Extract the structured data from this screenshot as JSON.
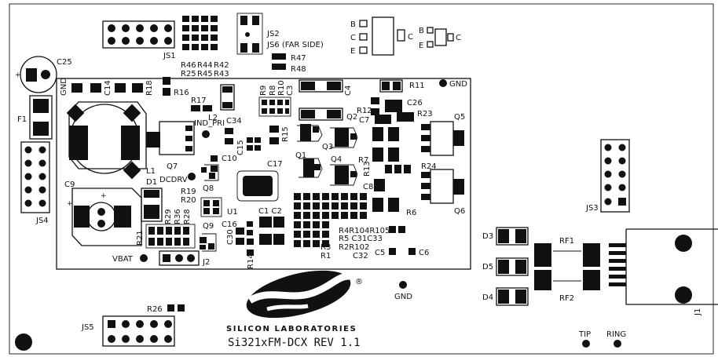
{
  "board": {
    "brand": "SILICON LABORATORIES",
    "model": "Si321xFM-DCX REV 1.1",
    "registered": "®"
  },
  "labels": {
    "js1": "JS1",
    "js2": "JS2",
    "js6": "JS6 (FAR SIDE)",
    "js3": "JS3",
    "js4": "JS4",
    "js5": "JS5",
    "j1": "J1",
    "j2": "J2",
    "c25": "C25",
    "f1": "F1",
    "c9": "C9",
    "d1": "D1",
    "l1": "L1",
    "l2": "L2",
    "r46": "R46",
    "r44": "R44",
    "r42": "R42",
    "r25": "R25",
    "r45": "R45",
    "r43": "R43",
    "r47": "R47",
    "r48": "R48",
    "gnd1": "GND",
    "gnd2": "GND",
    "gnd3": "GND",
    "c14": "C14",
    "r18": "R18",
    "r16": "R16",
    "r17": "R17",
    "r9": "R9",
    "r8": "R8",
    "r10": "R10",
    "c3": "C3",
    "c4": "C4",
    "r11": "R11",
    "r12": "R12",
    "c26": "C26",
    "c7": "C7",
    "r23": "R23",
    "q5": "Q5",
    "q2": "Q2",
    "q3": "Q3",
    "ind_pri": "IND_PRI",
    "c34": "C34",
    "c15": "C15",
    "r15": "R15",
    "q7": "Q7",
    "c10": "C10",
    "c17": "C17",
    "q1": "Q1",
    "q4": "Q4",
    "r7": "R7",
    "r13": "R13",
    "r24": "R24",
    "c8": "C8",
    "q6": "Q6",
    "q8": "Q8",
    "dcdrv": "DCDRV",
    "r19": "R19",
    "r20": "R20",
    "r29": "R29",
    "r36": "R36",
    "r28": "R28",
    "u1": "U1",
    "c1c2": "C1 C2",
    "r6": "R6",
    "r21": "R21",
    "q9": "Q9",
    "c16": "C16",
    "c30": "C30",
    "r4r104r105": "R4R104R105",
    "r5c31c33": "R5 C31C33",
    "r2r102": "R2R102",
    "c32": "C32",
    "r3": "R3",
    "r1": "R1",
    "r14": "R14",
    "c5": "C5",
    "c6": "C6",
    "vbat": "VBAT",
    "d3": "D3",
    "d5": "D5",
    "d4": "D4",
    "rf1": "RF1",
    "rf2": "RF2",
    "r26": "R26",
    "tip": "TIP",
    "ring": "RING",
    "b": "B",
    "c": "C",
    "e": "E"
  }
}
